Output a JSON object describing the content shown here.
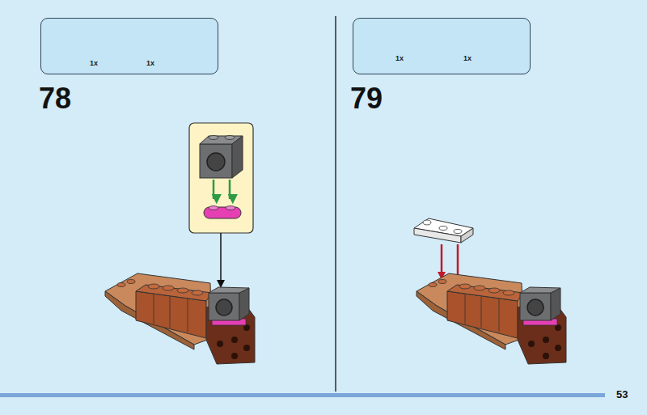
{
  "diagram": {
    "nodes": [
      {
        "text": [
          "1x",
          "1x"
        ]
      },
      {
        "text": [
          "1x",
          "1x"
        ]
      }
    ],
    "labels": [
      "78",
      "79",
      "53"
    ]
  }
}
